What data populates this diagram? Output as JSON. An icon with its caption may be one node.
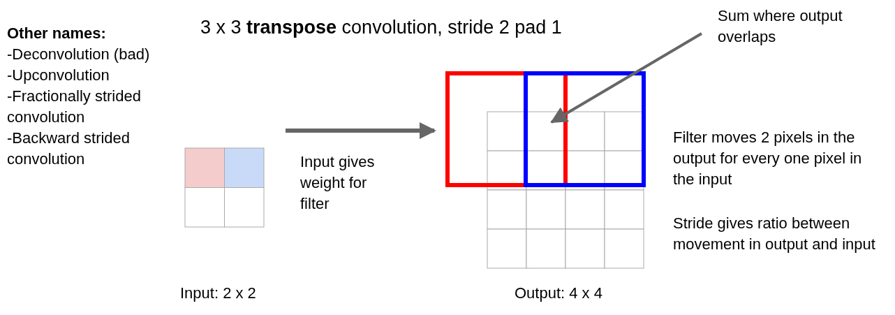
{
  "diagram": {
    "title": "3 x 3 **transpose** convolution, stride 2 pad 1",
    "nodes": [
      {
        "text": [],
        "shape": "box",
        "beside": [
          "Input: 2 x 2"
        ]
      },
      {
        "text": [],
        "shape": "box",
        "beside": [
          "Output: 4 x 4"
        ]
      },
      {
        "text": [
          "Sum where output overlaps"
        ]
      }
    ],
    "edges": [
      {
        "from": 0,
        "to": 1,
        "arrow": "to",
        "label": "Input gives weight for filter"
      },
      {
        "from": 2,
        "to": 1,
        "arrow": "to"
      }
    ],
    "labels": [
      "Other names:",
      "-Deconvolution (bad)",
      "-Upconvolution",
      "-Fractionally strided convolution",
      "-Backward strided convolution",
      "Filter moves 2 pixels in the output for every one pixel in the input",
      "Stride gives ratio between movement in output and input"
    ]
  }
}
